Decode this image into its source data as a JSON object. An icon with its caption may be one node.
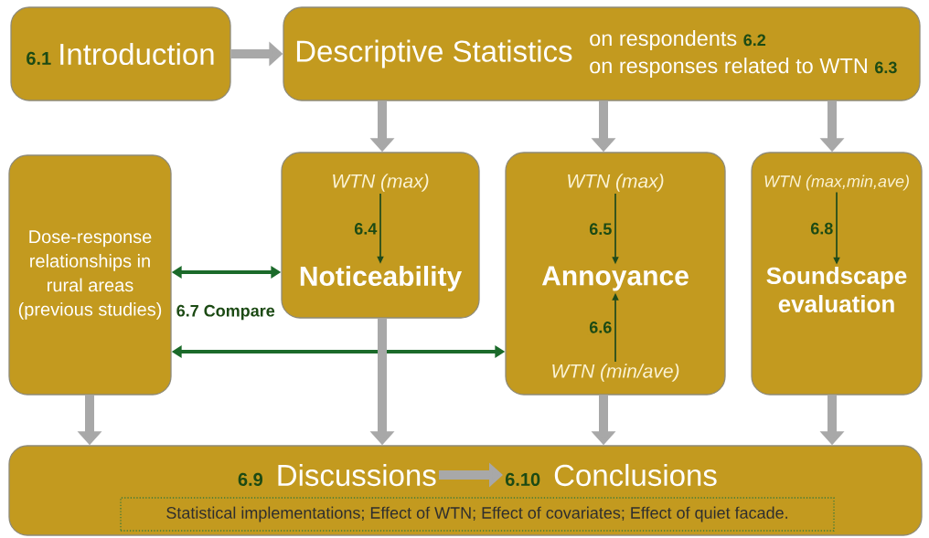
{
  "diagram": {
    "nodes": [
      {
        "text": [
          "6.1",
          "Introduction"
        ]
      },
      {
        "text": [
          "Descriptive Statistics",
          "on respondents",
          "6.2",
          "on responses related to WTN",
          "6.3"
        ]
      },
      {
        "text": [
          "Dose-response relationships in rural areas (previous studies)"
        ]
      },
      {
        "text": [],
        "shape": "box"
      },
      {
        "text": [
          "WTN (max)"
        ],
        "in": 3
      },
      {
        "text": [
          "Noticeability"
        ],
        "in": 3
      },
      {
        "text": [],
        "shape": "box"
      },
      {
        "text": [
          "WTN (max)"
        ],
        "in": 6
      },
      {
        "text": [
          "Annoyance"
        ],
        "in": 6
      },
      {
        "text": [
          "WTN (min/ave)"
        ],
        "in": 6
      },
      {
        "text": [],
        "shape": "box"
      },
      {
        "text": [
          "WTN (max,min,ave)"
        ],
        "in": 10
      },
      {
        "text": [
          "Soundscape evaluation"
        ],
        "in": 10
      },
      {
        "text": [],
        "shape": "box"
      },
      {
        "text": [
          "6.9",
          "Discussions"
        ],
        "in": 13
      },
      {
        "text": [
          "6.10",
          "Conclusions"
        ],
        "in": 13
      },
      {
        "text": [
          "Statistical implementations; Effect of WTN; Effect of covariates; Effect of quiet facade."
        ],
        "in": 13
      }
    ],
    "edges": [
      {
        "from": 0,
        "to": 1,
        "arrow": "to"
      },
      {
        "from": 1,
        "to": 3,
        "arrow": "to"
      },
      {
        "from": 1,
        "to": 6,
        "arrow": "to"
      },
      {
        "from": 1,
        "to": 10,
        "arrow": "to"
      },
      {
        "from": 2,
        "to": 3,
        "arrow": "both",
        "color": "#1b6a2a",
        "label": "6.7 Compare"
      },
      {
        "from": 2,
        "to": 6,
        "arrow": "both",
        "color": "#1b6a2a"
      },
      {
        "from": 4,
        "to": 5,
        "arrow": "to",
        "color": "#1e4a1c",
        "label": "6.4"
      },
      {
        "from": 7,
        "to": 8,
        "arrow": "to",
        "color": "#1e4a1c",
        "label": "6.5"
      },
      {
        "from": 9,
        "to": 8,
        "arrow": "to",
        "color": "#1e4a1c",
        "label": "6.6"
      },
      {
        "from": 11,
        "to": 12,
        "arrow": "to",
        "color": "#1e4a1c",
        "label": "6.8"
      },
      {
        "from": 2,
        "to": 13,
        "arrow": "to"
      },
      {
        "from": 3,
        "to": 13,
        "arrow": "to"
      },
      {
        "from": 6,
        "to": 13,
        "arrow": "to"
      },
      {
        "from": 10,
        "to": 13,
        "arrow": "to"
      },
      {
        "from": 14,
        "to": 15,
        "arrow": "to"
      }
    ]
  }
}
